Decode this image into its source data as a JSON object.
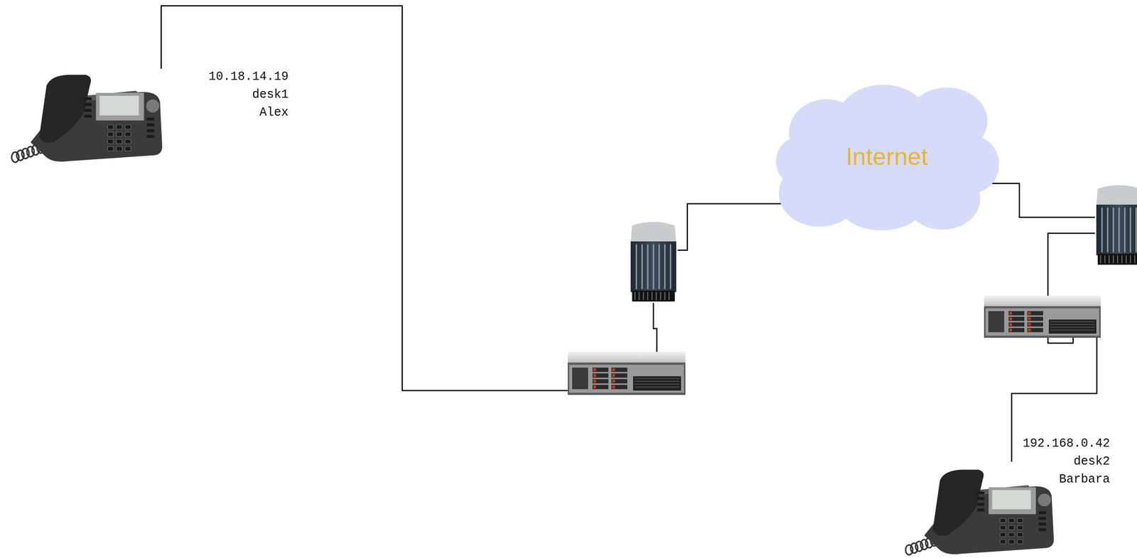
{
  "diagram": {
    "nodes": [
      {
        "text": [
          "10.18.14.19",
          "desk1",
          "Alex"
        ]
      },
      {
        "text": [
          "Internet"
        ]
      },
      {
        "text": [
          "192.168.0.42",
          "desk2",
          "Barbara"
        ]
      }
    ]
  }
}
